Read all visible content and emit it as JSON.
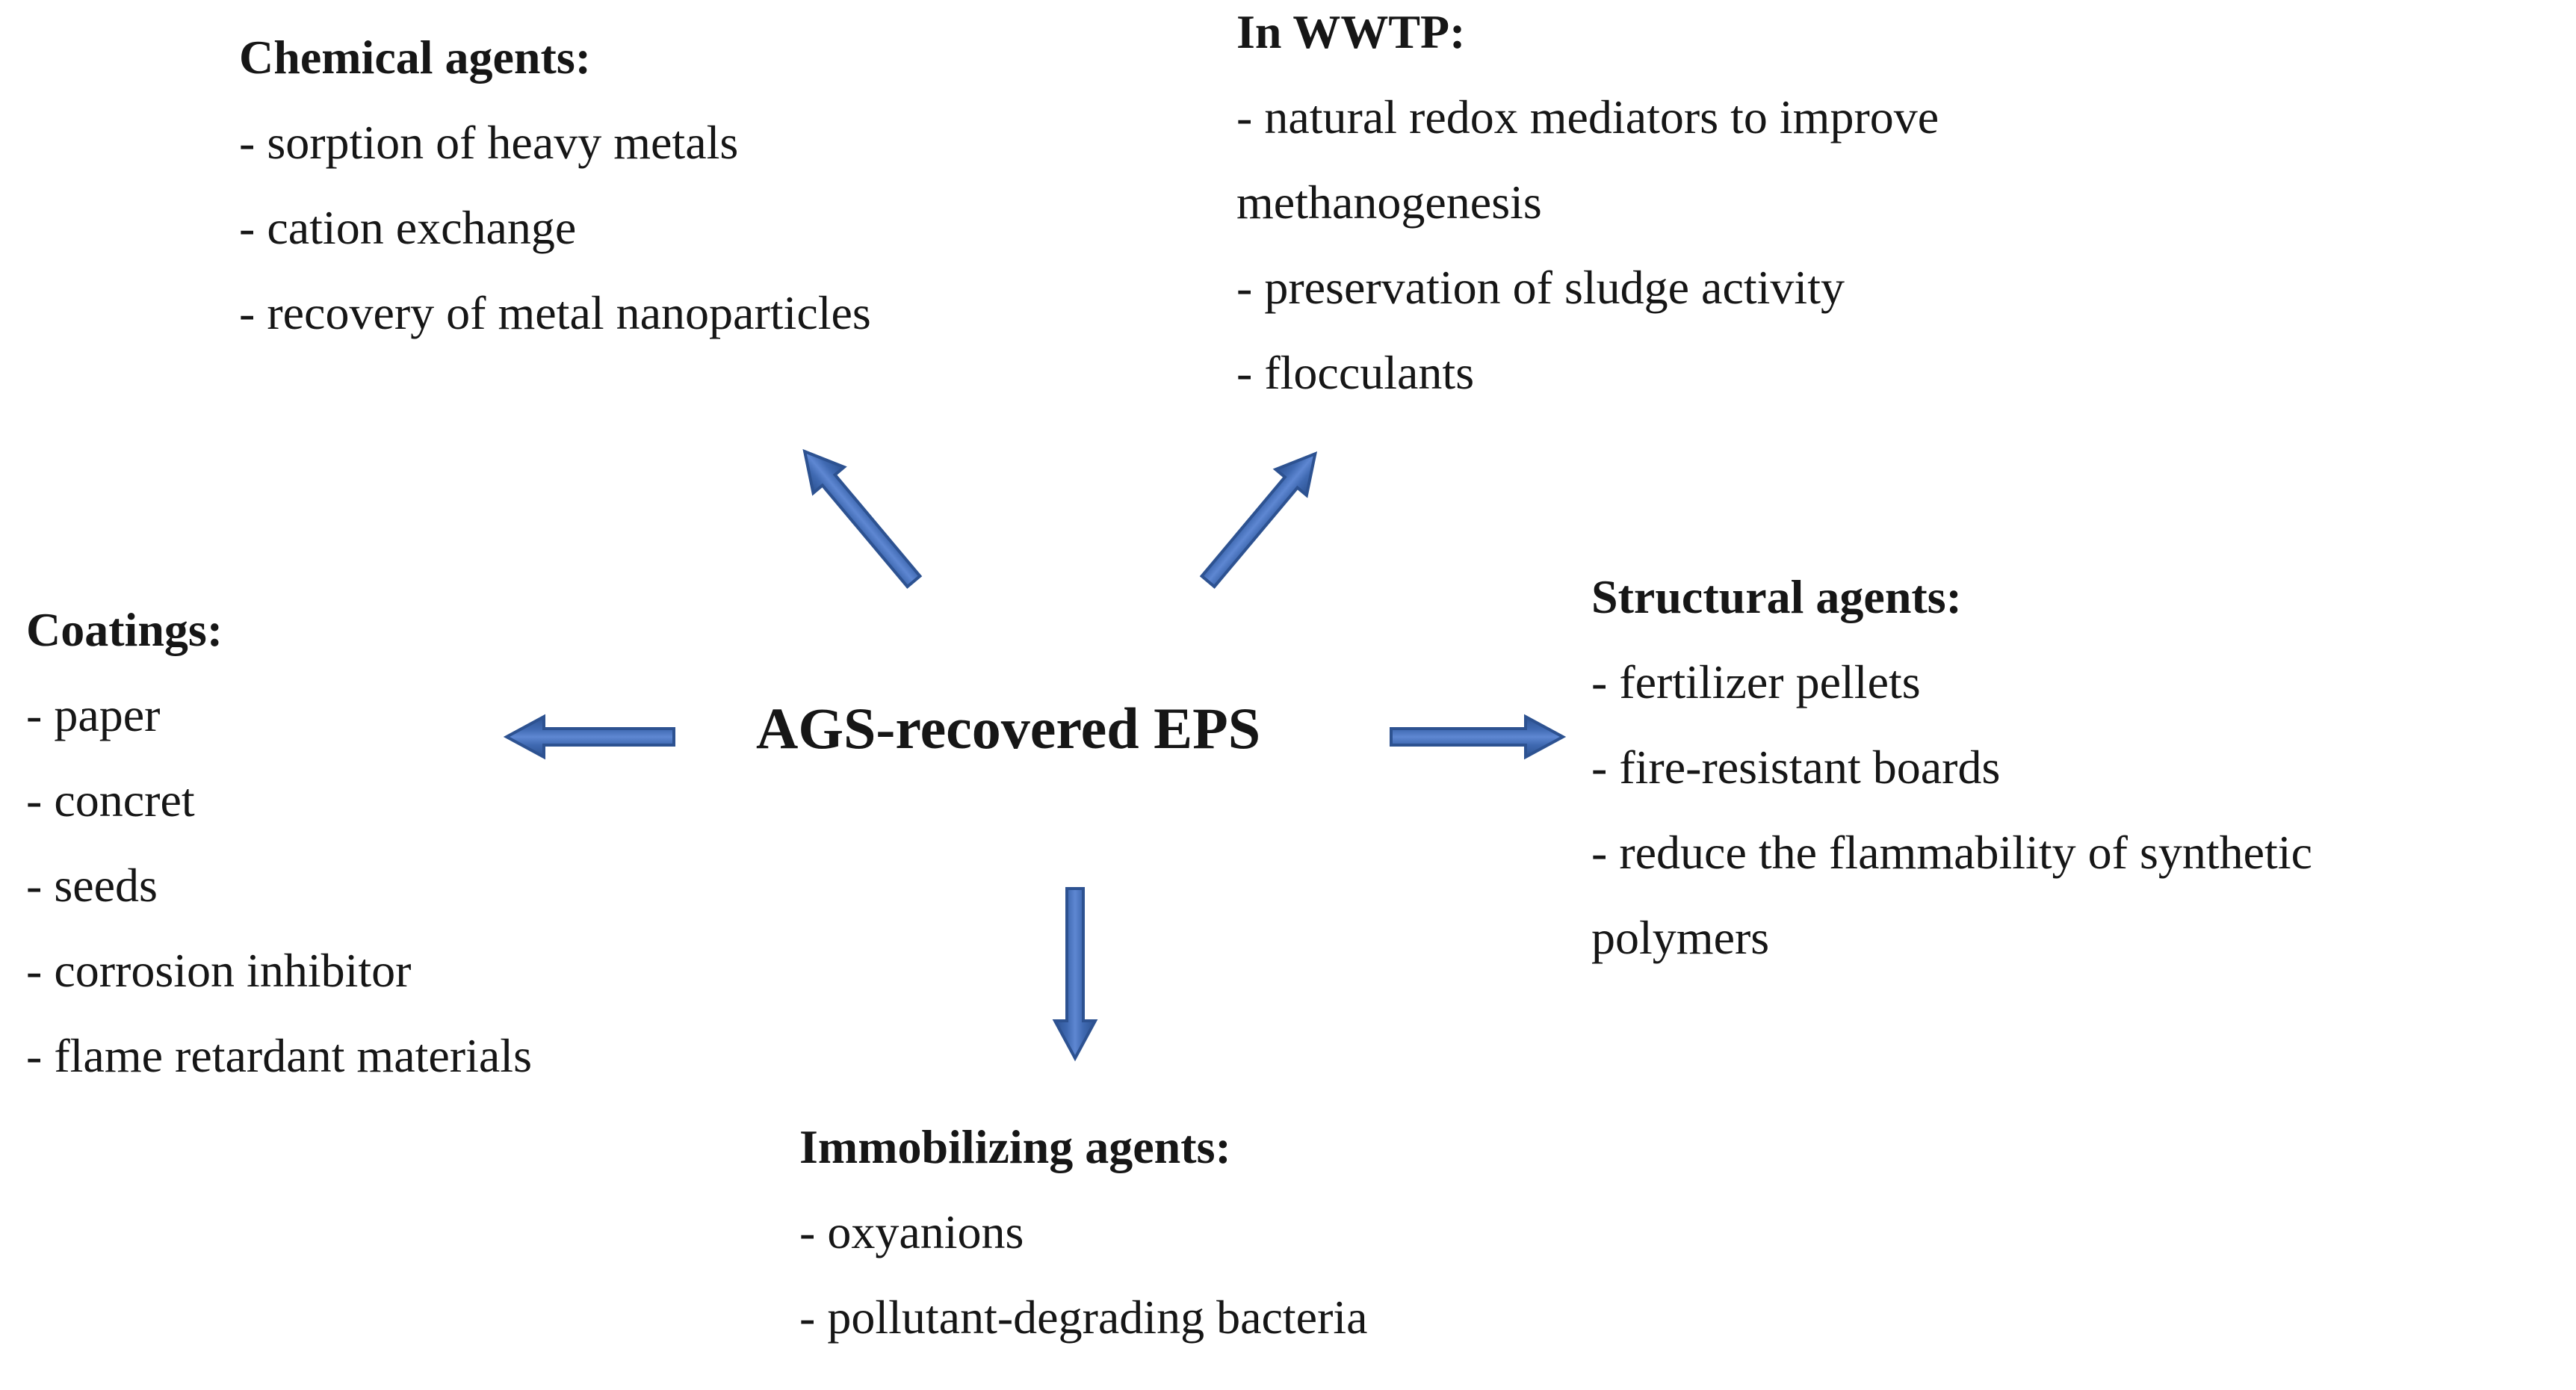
{
  "center": {
    "label": "AGS-recovered EPS"
  },
  "blocks": {
    "chemical": {
      "header": "Chemical agents:",
      "items": [
        "- sorption of heavy metals",
        "- cation exchange",
        "- recovery of metal nanoparticles"
      ]
    },
    "wwtp": {
      "header": "In WWTP:",
      "items": [
        "- natural redox mediators to improve methanogenesis",
        "- preservation of sludge activity",
        "- flocculants"
      ]
    },
    "coatings": {
      "header": "Coatings:",
      "items": [
        "- paper",
        "- concret",
        "- seeds",
        "- corrosion inhibitor",
        "- flame retardant materials"
      ]
    },
    "structural": {
      "header": "Structural agents:",
      "items": [
        "- fertilizer pellets",
        "- fire-resistant boards",
        "- reduce the flammability of synthetic polymers"
      ]
    },
    "immobilizing": {
      "header": "Immobilizing agents:",
      "items": [
        "- oxyanions",
        "- pollutant-degrading bacteria"
      ]
    }
  },
  "arrows": [
    {
      "icon": "arrow-up-left-icon",
      "from": "AGS-recovered EPS",
      "to": "Chemical agents"
    },
    {
      "icon": "arrow-up-right-icon",
      "from": "AGS-recovered EPS",
      "to": "In WWTP"
    },
    {
      "icon": "arrow-left-icon",
      "from": "AGS-recovered EPS",
      "to": "Coatings"
    },
    {
      "icon": "arrow-right-icon",
      "from": "AGS-recovered EPS",
      "to": "Structural agents"
    },
    {
      "icon": "arrow-down-icon",
      "from": "AGS-recovered EPS",
      "to": "Immobilizing agents"
    }
  ],
  "colors": {
    "background": "#ffffff",
    "text": "#161616",
    "arrow_border": "#2d5291",
    "arrow_fill": "#3f69b1",
    "arrow_highlight": "#5e87d2"
  }
}
